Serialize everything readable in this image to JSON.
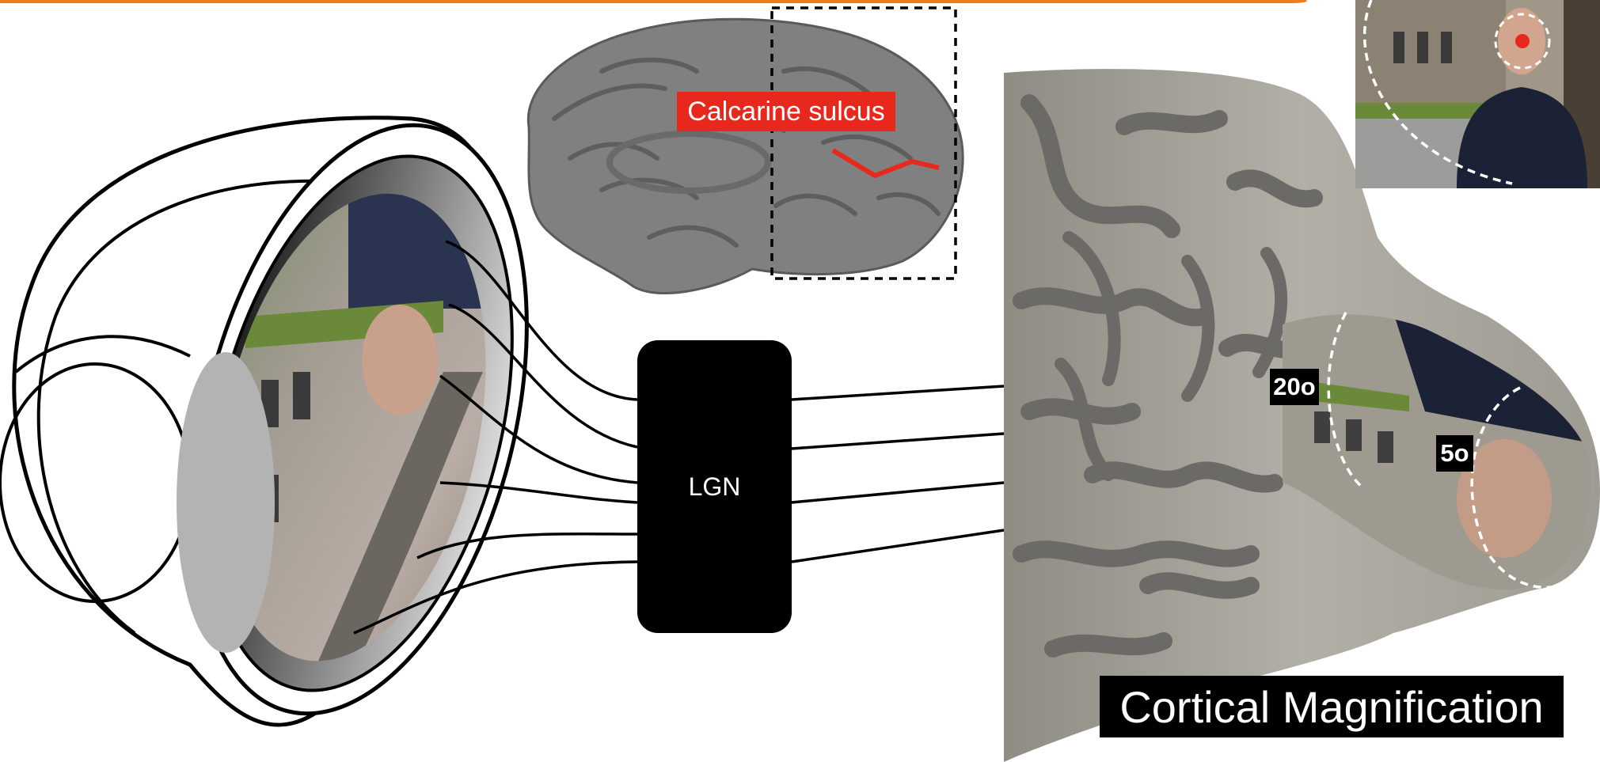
{
  "labels": {
    "calcarine": "Calcarine sulcus",
    "lgn": "LGN",
    "eccentricity_outer": "20o",
    "eccentricity_inner": "5o",
    "cortical_magnification": "Cortical Magnification"
  },
  "icons": {
    "brain": "brain-icon",
    "eye": "eye-icon",
    "photo": "person-photo-icon",
    "cortex": "inflated-cortex-icon"
  },
  "colors": {
    "accent_red": "#e8281c",
    "top_rule": "#ee7d1a",
    "cortex_light": "#aeaba3",
    "cortex_dark": "#6c6a66",
    "brain_gray": "#7c7c7c"
  }
}
